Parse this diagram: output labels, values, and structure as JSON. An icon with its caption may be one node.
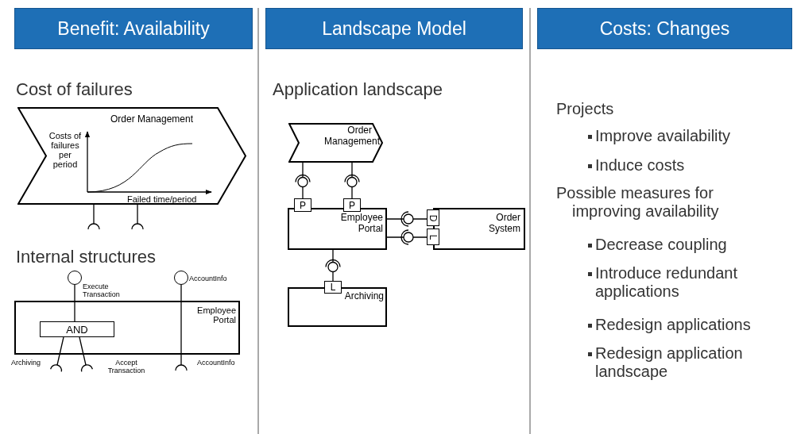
{
  "diagram": {
    "nodes": [
      {
        "text": [
          "Benefit: Availability"
        ]
      },
      {
        "text": [
          "Landscape Model"
        ]
      },
      {
        "text": [
          "Costs: Changes"
        ]
      },
      {
        "text": [
          "Order Management"
        ]
      },
      {
        "text": [
          "Employee Portal"
        ]
      },
      {
        "text": [
          "AND"
        ],
        "in": 4
      },
      {
        "text": [],
        "shape": "circle",
        "beside": [
          "Execute Transaction"
        ]
      },
      {
        "text": [],
        "shape": "circle",
        "beside": [
          "AccountInfo"
        ]
      },
      {
        "text": [
          "Order Management"
        ]
      },
      {
        "text": [
          "P"
        ]
      },
      {
        "text": [
          "P"
        ]
      },
      {
        "text": [
          "Employee Portal"
        ]
      },
      {
        "text": [
          "D"
        ]
      },
      {
        "text": [
          "L"
        ]
      },
      {
        "text": [
          "Order System"
        ]
      },
      {
        "text": [
          "L"
        ]
      },
      {
        "text": [
          "Archiving"
        ]
      }
    ],
    "edges": [
      {
        "from": 3,
        "to": null,
        "arrow": "other"
      },
      {
        "from": 3,
        "to": null,
        "arrow": "other"
      },
      {
        "from": 6,
        "to": 5,
        "arrow": "none"
      },
      {
        "from": 5,
        "to": null,
        "arrow": "other"
      },
      {
        "from": 5,
        "to": null,
        "arrow": "other"
      },
      {
        "from": 7,
        "to": 4,
        "arrow": "none"
      },
      {
        "from": 4,
        "to": null,
        "arrow": "other"
      },
      {
        "from": 8,
        "to": 9,
        "arrow": "other"
      },
      {
        "from": 8,
        "to": 10,
        "arrow": "other"
      },
      {
        "from": 11,
        "to": 12,
        "arrow": "other"
      },
      {
        "from": 11,
        "to": 13,
        "arrow": "other"
      },
      {
        "from": 11,
        "to": 15,
        "arrow": "other"
      }
    ],
    "labels": [
      "Cost of failures",
      "Costs of failures per period",
      "Failed time/period",
      "Internal structures",
      "Archiving",
      "Accept Transaction",
      "AccountInfo",
      "Application landscape",
      "Projects",
      "Improve availability",
      "Induce costs",
      "Possible measures for improving availability",
      "Decrease coupling",
      "Introduce redundant applications",
      "Redesign applications",
      "Redesign application landscape"
    ]
  }
}
